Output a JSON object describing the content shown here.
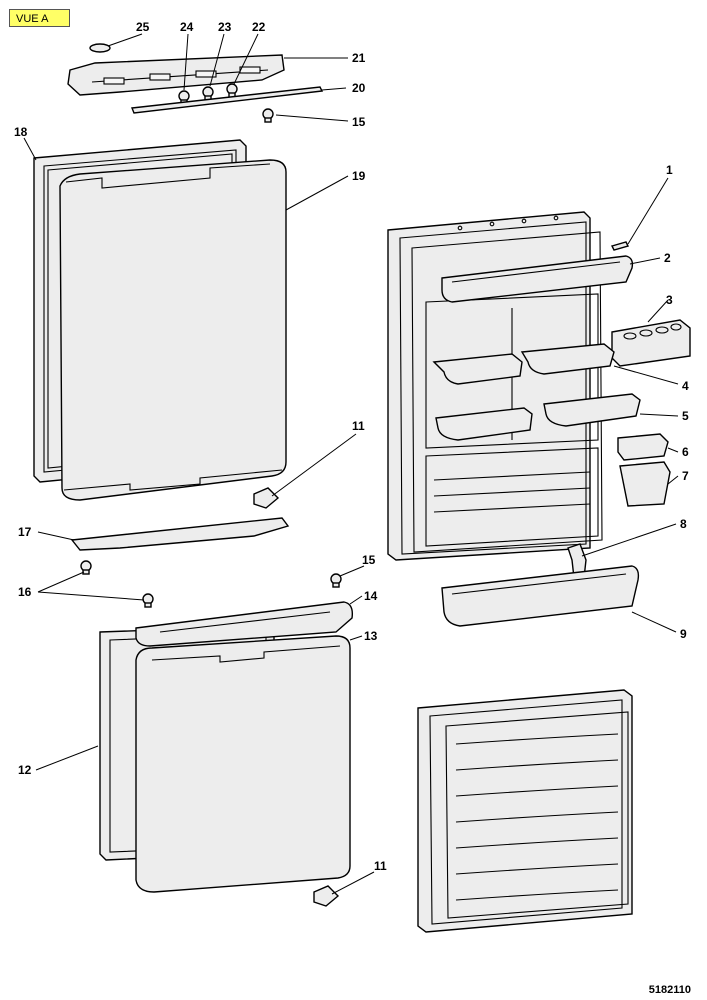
{
  "header": {
    "view_tag": "VUE A"
  },
  "footer": {
    "document_code": "5182110"
  },
  "callouts": {
    "c1": "1",
    "c2": "2",
    "c3": "3",
    "c4": "4",
    "c5": "5",
    "c6": "6",
    "c7": "7",
    "c8": "8",
    "c9": "9",
    "c11a": "11",
    "c11b": "11",
    "c12": "12",
    "c13": "13",
    "c14": "14",
    "c15a": "15",
    "c15b": "15",
    "c16": "16",
    "c17": "17",
    "c18": "18",
    "c19": "19",
    "c20": "20",
    "c21": "21",
    "c22": "22",
    "c23": "23",
    "c24": "24",
    "c25": "25"
  },
  "colors": {
    "tag_background": "#ffff66",
    "part_fill": "#ededed",
    "line": "#000000"
  }
}
